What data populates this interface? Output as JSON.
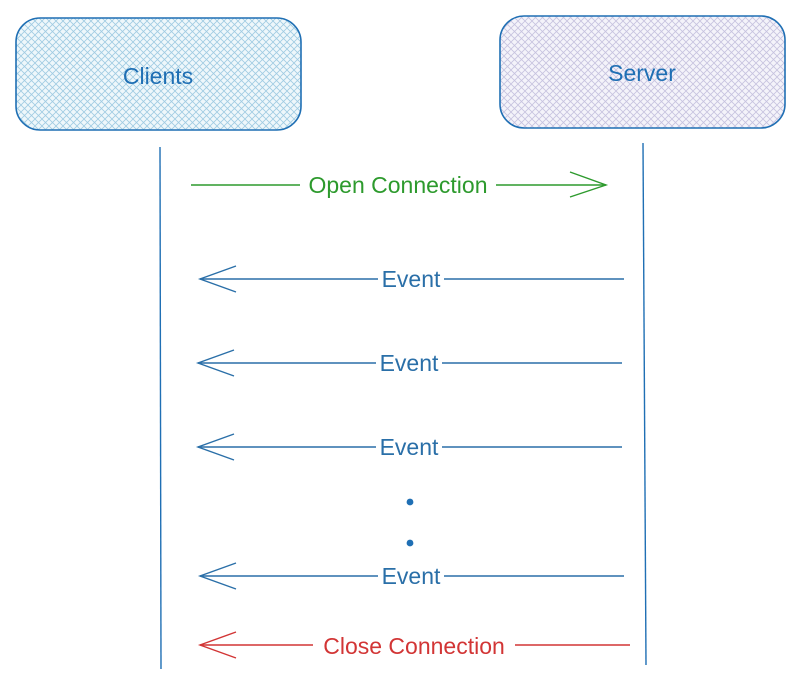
{
  "participants": [
    {
      "id": "clients",
      "label": "Clients"
    },
    {
      "id": "server",
      "label": "Server"
    }
  ],
  "messages": [
    {
      "id": "open",
      "label": "Open Connection",
      "from": "clients",
      "to": "server"
    },
    {
      "id": "event1",
      "label": "Event",
      "from": "server",
      "to": "clients"
    },
    {
      "id": "event2",
      "label": "Event",
      "from": "server",
      "to": "clients"
    },
    {
      "id": "event3",
      "label": "Event",
      "from": "server",
      "to": "clients"
    },
    {
      "id": "event4",
      "label": "Event",
      "from": "server",
      "to": "clients"
    },
    {
      "id": "close",
      "label": "Close Connection",
      "from": "server",
      "to": "clients"
    }
  ],
  "colors": {
    "node_stroke": "#1f6fb4",
    "text_blue": "#1f6fb4",
    "lifeline": "#1f6fb4",
    "open": "#2d9a2d",
    "event": "#2a6fa8",
    "close": "#d23535",
    "clients_fill": "#cfe6f2",
    "server_fill": "#e2e0f0"
  }
}
